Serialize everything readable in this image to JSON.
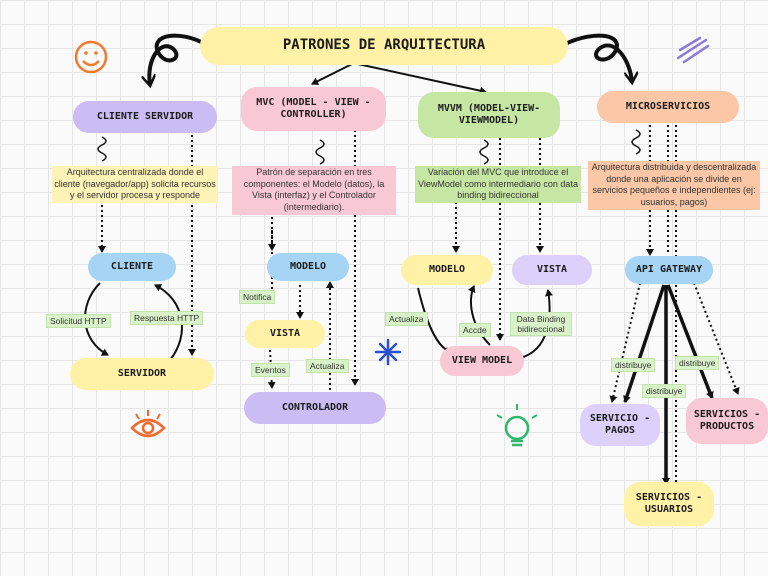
{
  "title": "PATRONES DE ARQUITECTURA",
  "columns": {
    "cliente_servidor": {
      "header": "CLIENTE SERVIDOR",
      "description": "Arquitectura centralizada donde el cliente (navegador/app) solicita recursos y el servidor procesa y responde",
      "node_cliente": "CLIENTE",
      "node_servidor": "SERVIDOR",
      "edge_solicitud": "Solicitud HTTP",
      "edge_respuesta": "Respuesta HTTP"
    },
    "mvc": {
      "header": "MVC (MODEL - VIEW - CONTROLLER)",
      "description": "Patrón de separación en tres componentes: el Modelo (datos), la Vista (interfaz) y el Controlador (intermediario).",
      "node_modelo": "MODELO",
      "node_vista": "VISTA",
      "node_controlador": "CONTROLADOR",
      "edge_notifica": "Notifica",
      "edge_eventos": "Eventos",
      "edge_actualiza": "Actualiza"
    },
    "mvvm": {
      "header": "MVVM (MODEL-VIEW-VIEWMODEL)",
      "description": "Variación del MVC que introduce el ViewModel como intermediario con data binding bidireccional",
      "node_modelo": "MODELO",
      "node_vista": "VISTA",
      "node_viewmodel": "VIEW MODEL",
      "edge_actualiza": "Actualiza",
      "edge_accede": "Accde",
      "edge_binding": "Data Binding bidireccional"
    },
    "microservicios": {
      "header": "MICROSERVICIOS",
      "description": "Arquitectura distribuida y descentralizada donde una aplicación se divide en servicios pequeños e independientes (ej: usuarios, pagos)",
      "node_gateway": "API GATEWAY",
      "node_pagos": "SERVICIO - PAGOS",
      "node_productos": "SERVICIOS - PRODUCTOS",
      "node_usuarios": "SERVICIOS - USUARIOS",
      "edge_distribuye_1": "distribuye",
      "edge_distribuye_2": "distribuye",
      "edge_distribuye_3": "distribuye"
    }
  },
  "colors": {
    "yellow": "#fff1a6",
    "purple": "#cbbcf3",
    "pink": "#f8c8d4",
    "green": "#c6e7a4",
    "orange": "#fbc7a6",
    "blue": "#a6d4f4",
    "label_green": "#d9f2c9"
  },
  "icons": [
    "smiley-icon",
    "scribble-icon",
    "eye-icon",
    "sparkle-icon",
    "lightbulb-icon",
    "squiggle-icon"
  ]
}
